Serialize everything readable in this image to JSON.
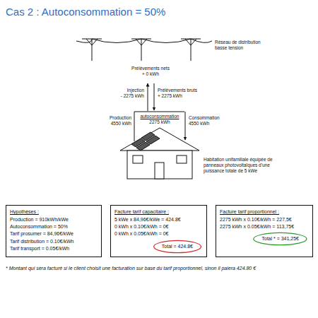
{
  "diagram": {
    "title": "Cas 2 : Autoconsommation = 50%",
    "nodes": [
      {
        "text": [
          "Hypothèses :",
          "Production = 910kWh/kWe",
          "Autoconsommation = 50%",
          "Tarif prosumer = 84,96€/kWe",
          "Tarif distribution = 0.10€/kWh",
          "Tarif transport = 0.05€/kWh"
        ]
      },
      {
        "text": [
          "Facture tarif capacitaire :",
          "5 kWe x 84,96€/kWe = 424.8€",
          "0 kWh x 0.10€/kWh = 0€",
          "0 kWh x 0.05€/kWh = 0€"
        ]
      },
      {
        "text": [
          "Total = 424.8€"
        ],
        "in": 1
      },
      {
        "text": [
          "Facture tarif proportionnel :",
          "2275 kWh x 0.10€/kWh = 227,5€",
          "2275 kWh x 0.05€/kWh = 113,75€"
        ]
      },
      {
        "text": [
          "Total * = 341,25€"
        ],
        "in": 3
      }
    ],
    "labels": [
      "Réseau de distribution basse tension",
      "Prélèvements nets",
      "+ 0 kWh",
      "Injection",
      "- 2275 kWh",
      "Prélèvements bruts",
      "+ 2275 kWh",
      "Production",
      "4550 kWh",
      "autoconsommation",
      "2275 kWh",
      "Consommation",
      "4550 kWh",
      "Habitation unifamiliale équipée de panneaux photovoltaïques d'une puissance totale de 5 kWe",
      "* Montant qui sera facturé si le client choisit une facturation sur base du tarif proportionnel, sinon il paiera 424.80 €"
    ]
  }
}
